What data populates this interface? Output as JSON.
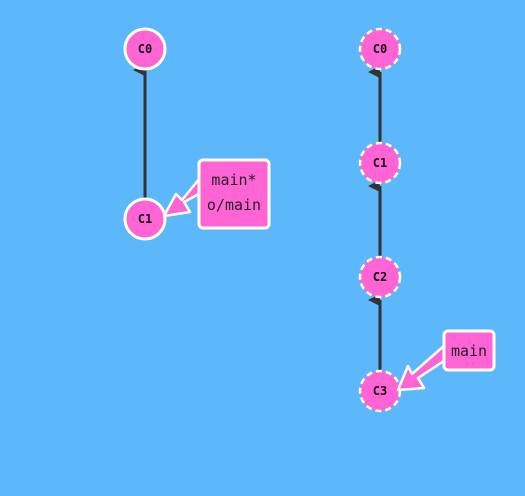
{
  "colors": {
    "background": "#5cb8fa",
    "commit_fill": "#ff64d5",
    "commit_stroke": "#ffffff",
    "edge": "#333333",
    "label_fill": "#ff64d5",
    "label_stroke": "#ffffff",
    "label_text": "#222222"
  },
  "local": {
    "commits": [
      {
        "id": "C0",
        "label": "C0"
      },
      {
        "id": "C1",
        "label": "C1"
      }
    ],
    "branch_label": {
      "line1": "main*",
      "line2": "o/main"
    }
  },
  "remote": {
    "commits": [
      {
        "id": "C0",
        "label": "C0"
      },
      {
        "id": "C1",
        "label": "C1"
      },
      {
        "id": "C2",
        "label": "C2"
      },
      {
        "id": "C3",
        "label": "C3"
      }
    ],
    "branch_label": {
      "line1": "main"
    }
  }
}
